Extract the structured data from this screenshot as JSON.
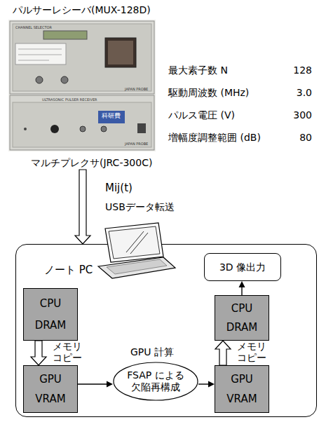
{
  "diagram": {
    "nodes": [
      {
        "text": [
          "パルサーレシーバ(MUX-128D)",
          "マルチプレクサ(JRC-300C)"
        ]
      },
      {
        "text": [
          "ノート PC"
        ]
      },
      {
        "text": [
          "CPU",
          "DRAM"
        ],
        "in": 1
      },
      {
        "text": [
          "GPU",
          "VRAM"
        ],
        "in": 1
      },
      {
        "text": [
          "GPU 計算",
          "FSAP による 欠陥再構成"
        ],
        "in": 1
      },
      {
        "text": [
          "GPU",
          "VRAM"
        ],
        "in": 1
      },
      {
        "text": [
          "CPU",
          "DRAM"
        ],
        "in": 1
      },
      {
        "text": [
          "3D 像出力"
        ],
        "in": 1
      }
    ],
    "edges": [
      {
        "from": 0,
        "to": 1,
        "arrow": "to",
        "label": "USBデータ転送"
      },
      {
        "from": 2,
        "to": 3,
        "arrow": "to",
        "label": "メモリ コピー"
      },
      {
        "from": 3,
        "to": 4,
        "arrow": "to"
      },
      {
        "from": 4,
        "to": 5,
        "arrow": "to"
      },
      {
        "from": 5,
        "to": 6,
        "arrow": "to",
        "label": "メモリ コピー"
      },
      {
        "from": 6,
        "to": 7,
        "arrow": "to"
      }
    ],
    "labels": [
      "Mij(t)",
      "最大素子数 N",
      "128",
      "駆動周波数 (MHz)",
      "3.0",
      "パルス電圧 (V)",
      "300",
      "増幅度調整範囲 (dB)",
      "80",
      "CHANNEL SELECTOR",
      "ULTRASONIC PULSER RECEIVER",
      "JAPAN PROBE",
      "JAPAN PROBE",
      "科研費"
    ]
  }
}
